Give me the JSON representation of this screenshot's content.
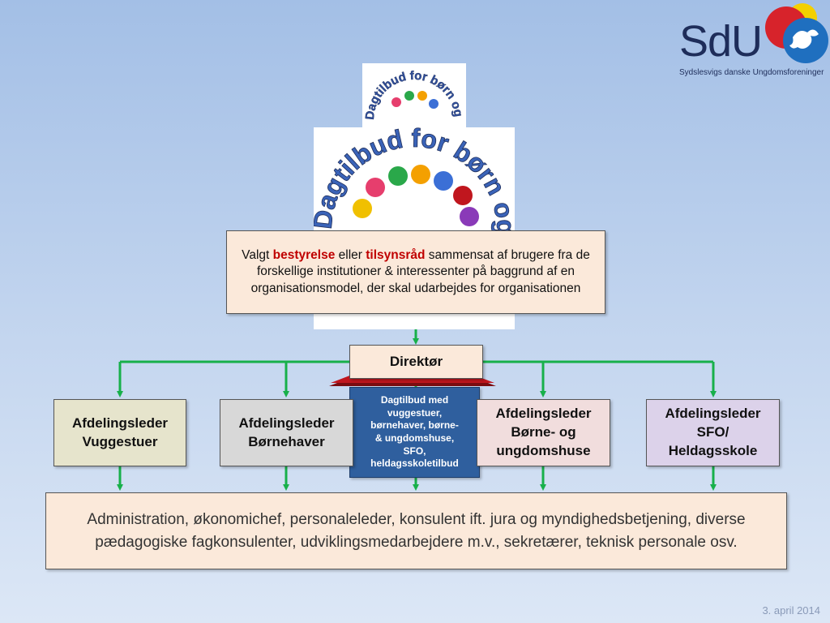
{
  "logo": {
    "wordmark": "SdU",
    "subtitle": "Sydslesvigs danske Ungdomsforeninger",
    "colors": {
      "yellow": "#f4d000",
      "red": "#d7232b",
      "blue": "#1f6fbf"
    }
  },
  "daycare_image": {
    "text": "Dagtilbud for børn og unge i Sydslesvig",
    "text_color": "#2f4f9c"
  },
  "board_box": {
    "pre": "Valgt ",
    "highlight_1": "bestyrelse",
    "mid": " eller ",
    "highlight_2": "tilsynsråd",
    "post": " sammensat af brugere fra de forskellige institutioner & interessenter på baggrund af en organisationsmodel, der skal udarbejdes for organisationen"
  },
  "director": {
    "label": "Direktør"
  },
  "daycare_types": {
    "lines": [
      "Dagtilbud med",
      "vuggestuer,",
      "børnehaver, børne-",
      "& ungdomshuse,",
      "SFO,",
      "heldagsskoletilbud"
    ],
    "roof_color": "#c0161e",
    "fill_color": "#2f5f9e"
  },
  "departments": [
    {
      "line1": "Afdelingsleder",
      "line2": "Vuggestuer",
      "bg": "#e6e4cc"
    },
    {
      "line1": "Afdelingsleder",
      "line2": "Børnehaver",
      "bg": "#d8d8d8"
    },
    {
      "line1": "Afdelingsleder",
      "line2": "Børne- og ungdomshuse",
      "bg": "#f1dddd"
    },
    {
      "line1": "Afdelingsleder",
      "line2": "SFO/ Heldagsskole",
      "bg": "#dcd2ea"
    }
  ],
  "admin_box": {
    "text": "Administration, økonomichef, personaleleder, konsulent ift. jura og myndighedsbetjening, diverse pædagogiske fagkonsulenter, udviklingsmedarbejdere m.v., sekretærer, teknisk personale osv."
  },
  "connector_color": "#17b04a",
  "footer": {
    "date": "3. april 2014"
  }
}
